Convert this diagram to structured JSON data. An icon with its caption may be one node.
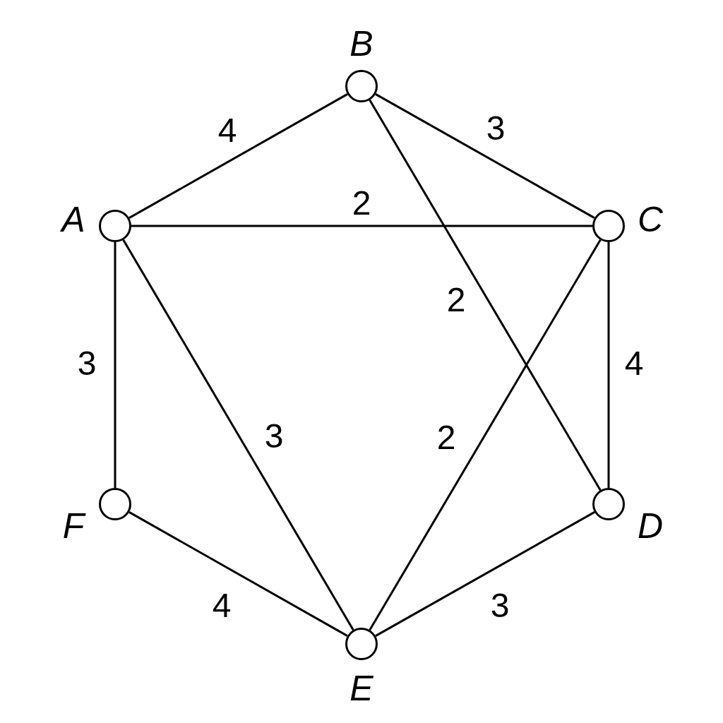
{
  "diagram": {
    "nodes": [
      {
        "text": [],
        "shape": "circle",
        "beside": [
          "A"
        ]
      },
      {
        "text": [],
        "shape": "circle",
        "beside": [
          "B"
        ]
      },
      {
        "text": [],
        "shape": "circle",
        "beside": [
          "C"
        ]
      },
      {
        "text": [],
        "shape": "circle",
        "beside": [
          "D"
        ]
      },
      {
        "text": [],
        "shape": "circle",
        "beside": [
          "E"
        ]
      },
      {
        "text": [],
        "shape": "circle",
        "beside": [
          "F"
        ]
      }
    ],
    "edges": [
      {
        "from": 0,
        "to": 1,
        "arrow": "none",
        "label": "4"
      },
      {
        "from": 1,
        "to": 2,
        "arrow": "none",
        "label": "3"
      },
      {
        "from": 0,
        "to": 2,
        "arrow": "none",
        "label": "2"
      },
      {
        "from": 1,
        "to": 3,
        "arrow": "none",
        "label": "2"
      },
      {
        "from": 2,
        "to": 4,
        "arrow": "none",
        "label": "2"
      },
      {
        "from": 0,
        "to": 4,
        "arrow": "none",
        "label": "3"
      },
      {
        "from": 0,
        "to": 5,
        "arrow": "none",
        "label": "3"
      },
      {
        "from": 2,
        "to": 3,
        "arrow": "none",
        "label": "4"
      },
      {
        "from": 5,
        "to": 4,
        "arrow": "none",
        "label": "4"
      },
      {
        "from": 4,
        "to": 3,
        "arrow": "none",
        "label": "3"
      }
    ]
  }
}
